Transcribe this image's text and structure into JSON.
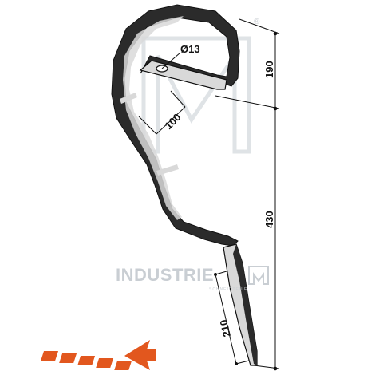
{
  "watermark": {
    "brand": "INDUSTRIE",
    "tagline": "SCHNEIDTEILE",
    "registered": "®"
  },
  "dimensions": {
    "hole_diameter": "Ø13",
    "bend_length": "100",
    "top_height": "190",
    "total_height": "430",
    "tip_length": "210"
  },
  "colors": {
    "steel_dark": "#2b2b2b",
    "steel_light": "#d9d9d9",
    "line": "#111111",
    "watermark": "#c9ced3",
    "arrow": "#e2571e"
  }
}
